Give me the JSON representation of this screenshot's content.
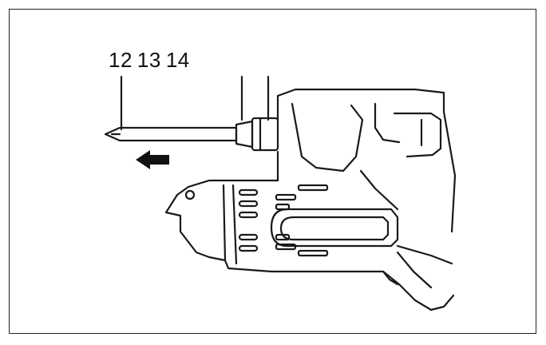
{
  "callouts": {
    "n12": "12",
    "n13": "13",
    "n14": "14"
  },
  "colors": {
    "line": "#1a1a1a",
    "background": "#ffffff"
  },
  "icons": {
    "direction_arrow": "arrow-left-icon"
  }
}
